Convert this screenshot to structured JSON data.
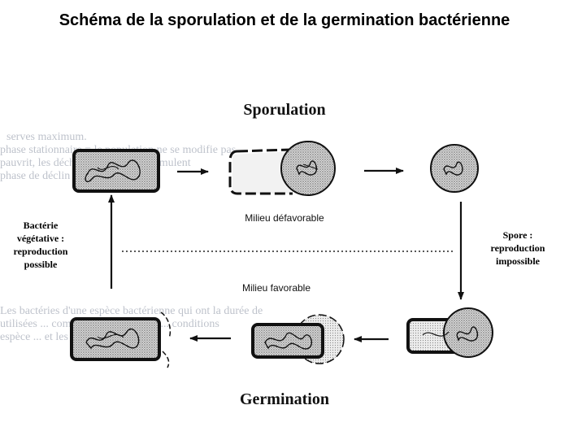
{
  "title": "Schéma de la sporulation et de la germination bactérienne",
  "diagram": {
    "sporulation_heading": "Sporulation",
    "germination_heading": "Germination",
    "milieu_defavorable": "Milieu défavorable",
    "milieu_favorable": "Milieu favorable",
    "bacterie_label": [
      "Bactérie",
      "végétative :",
      "reproduction",
      "possible"
    ],
    "spore_label": [
      "Spore :",
      "reproduction",
      "impossible"
    ]
  },
  "colors": {
    "text": "#111111",
    "outline": "#1a1a1a",
    "stipple": "#8a8a8a",
    "bleed_through": "#b7bcc6"
  }
}
